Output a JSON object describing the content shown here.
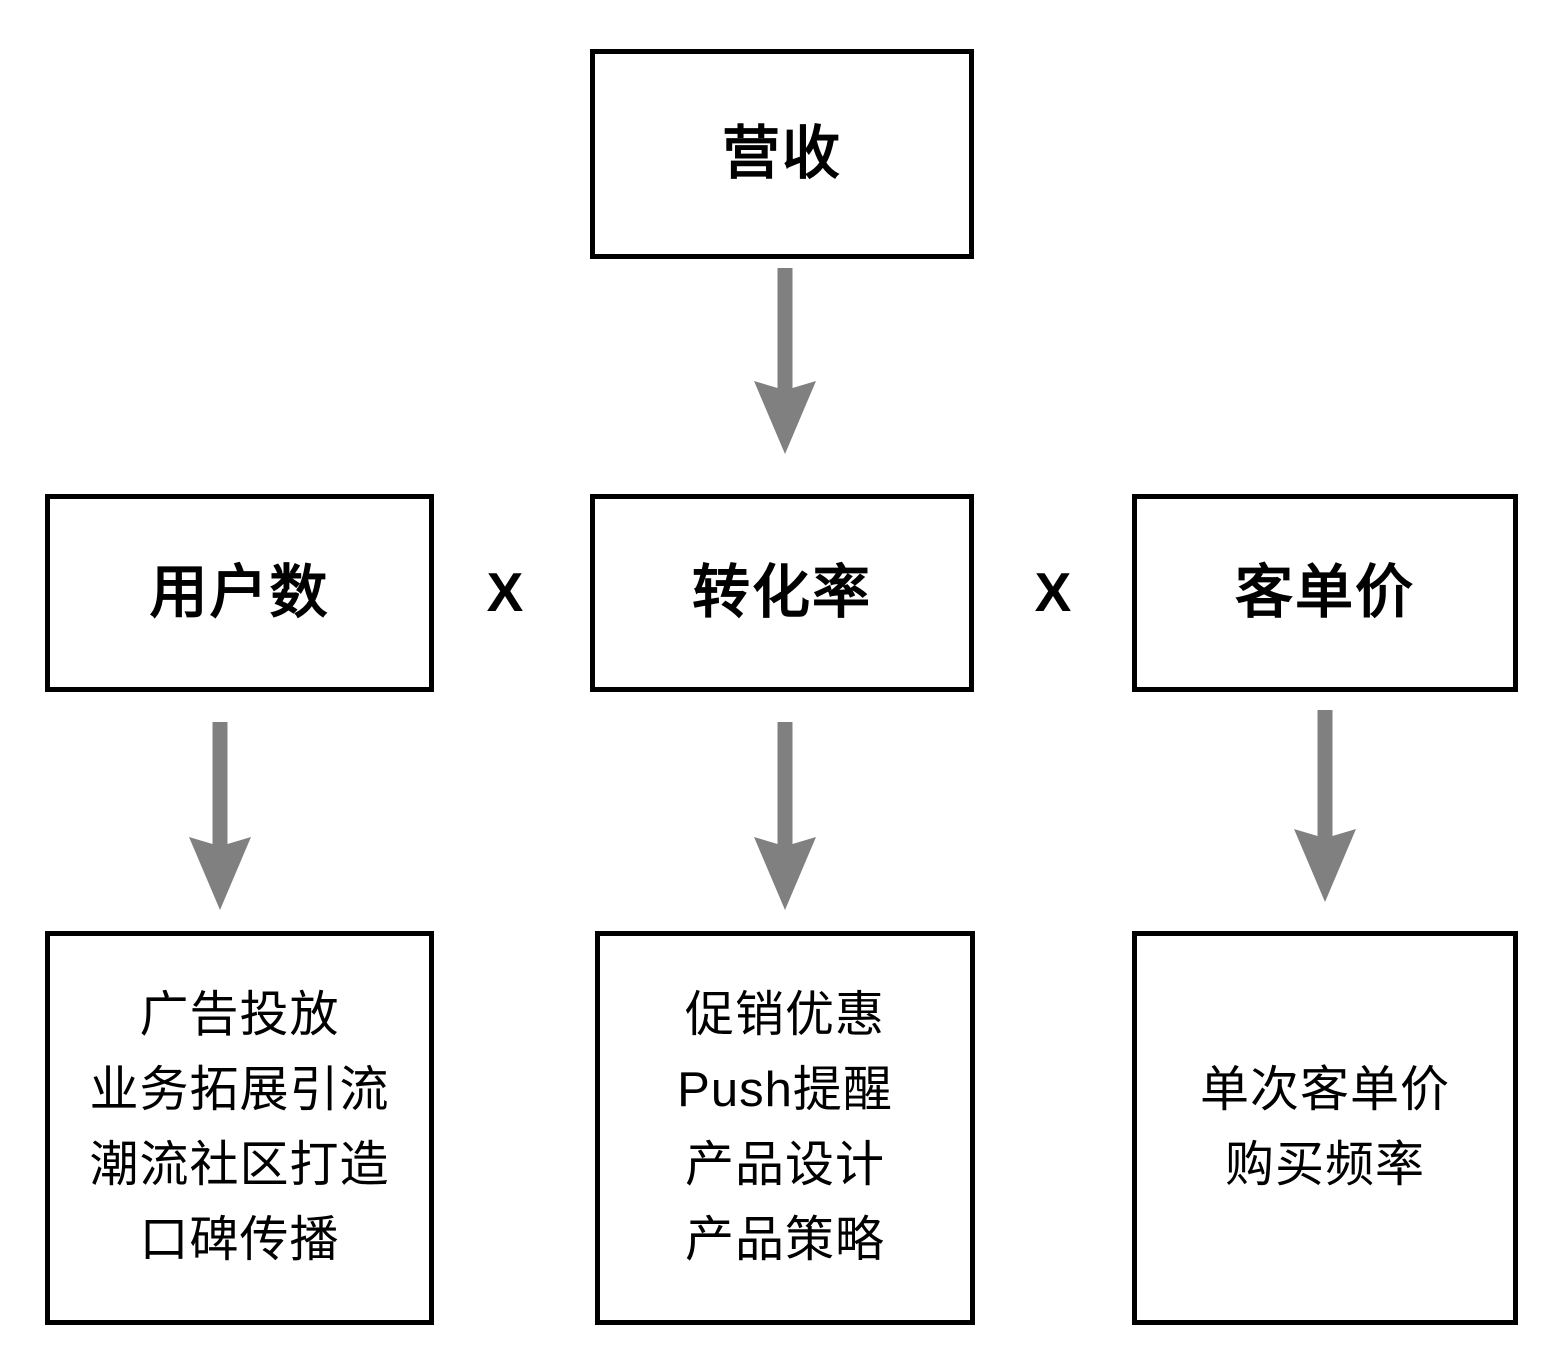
{
  "diagram": {
    "title_node": {
      "label": "营收"
    },
    "factors": [
      {
        "label": "用户数"
      },
      {
        "label": "转化率"
      },
      {
        "label": "客单价"
      }
    ],
    "operators": [
      {
        "symbol": "X"
      },
      {
        "symbol": "X"
      }
    ],
    "details": [
      {
        "for": "用户数",
        "lines": [
          "广告投放",
          "业务拓展引流",
          "潮流社区打造",
          "口碑传播"
        ]
      },
      {
        "for": "转化率",
        "lines": [
          "促销优惠",
          "Push提醒",
          "产品设计",
          "产品策略"
        ]
      },
      {
        "for": "客单价",
        "lines": [
          "单次客单价",
          "购买频率"
        ]
      }
    ],
    "colors": {
      "box_border": "#000000",
      "box_fill": "#ffffff",
      "text": "#000000",
      "arrow": "#808080",
      "background": "#ffffff"
    },
    "arrows": [
      {
        "name": "revenue-to-conversion",
        "from": "营收",
        "to": "转化率"
      },
      {
        "name": "users-to-detail",
        "from": "用户数",
        "to": "用户数明细"
      },
      {
        "name": "conversion-to-detail",
        "from": "转化率",
        "to": "转化率明细"
      },
      {
        "name": "aov-to-detail",
        "from": "客单价",
        "to": "客单价明细"
      }
    ]
  }
}
